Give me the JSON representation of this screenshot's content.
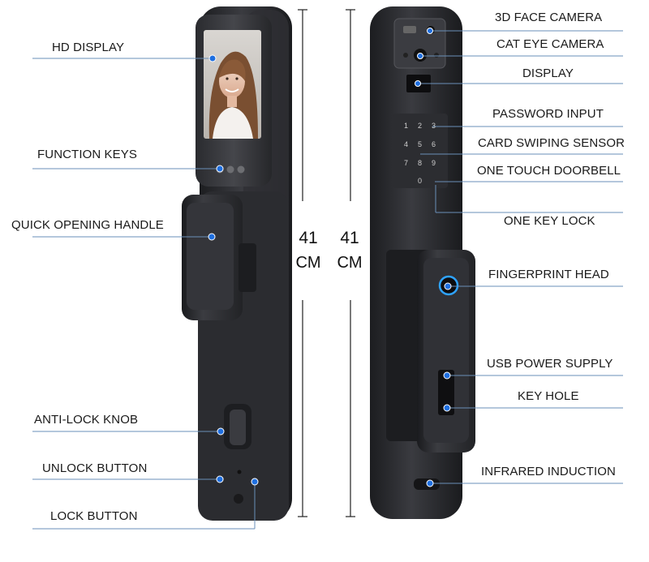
{
  "left_labels": {
    "hd_display": "HD DISPLAY",
    "function_keys": "FUNCTION KEYS",
    "quick_opening_handle": "QUICK OPENING HANDLE",
    "anti_lock_knob": "ANTI-LOCK KNOB",
    "unlock_button": "UNLOCK BUTTON",
    "lock_button": "LOCK BUTTON"
  },
  "right_labels": {
    "face_camera": "3D FACE CAMERA",
    "cat_eye_camera": "CAT EYE CAMERA",
    "display": "DISPLAY",
    "password_input": "PASSWORD INPUT",
    "card_swiping_sensor": "CARD SWIPING SENSOR",
    "one_touch_doorbell": "ONE TOUCH DOORBELL",
    "one_key_lock": "ONE KEY LOCK",
    "fingerprint_head": "FINGERPRINT HEAD",
    "usb_power_supply": "USB POWER SUPPLY",
    "key_hole": "KEY HOLE",
    "infrared_induction": "INFRARED INDUCTION"
  },
  "dimensions": {
    "left_value": "41",
    "left_unit": "CM",
    "right_value": "41",
    "right_unit": "CM"
  },
  "keypad": [
    "1",
    "2",
    "3",
    "4",
    "5",
    "6",
    "7",
    "8",
    "9",
    "0"
  ],
  "colors": {
    "lock_body": "#2b2c30",
    "leader_line": "#6a8fb8",
    "marker": "#1f6fe0",
    "fingerprint_ring": "#2fa3ff",
    "text": "#1a1a1a"
  }
}
